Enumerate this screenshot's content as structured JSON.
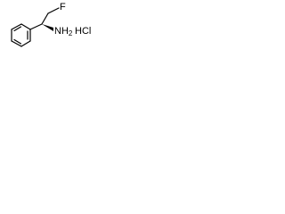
{
  "molecule": {
    "atoms": {
      "fluorine": "F",
      "amine_n": "N",
      "amine_h": "H",
      "amine_h_count": "2",
      "salt": "HCl"
    },
    "bond_color": "#000000",
    "label_color": "#000000"
  }
}
